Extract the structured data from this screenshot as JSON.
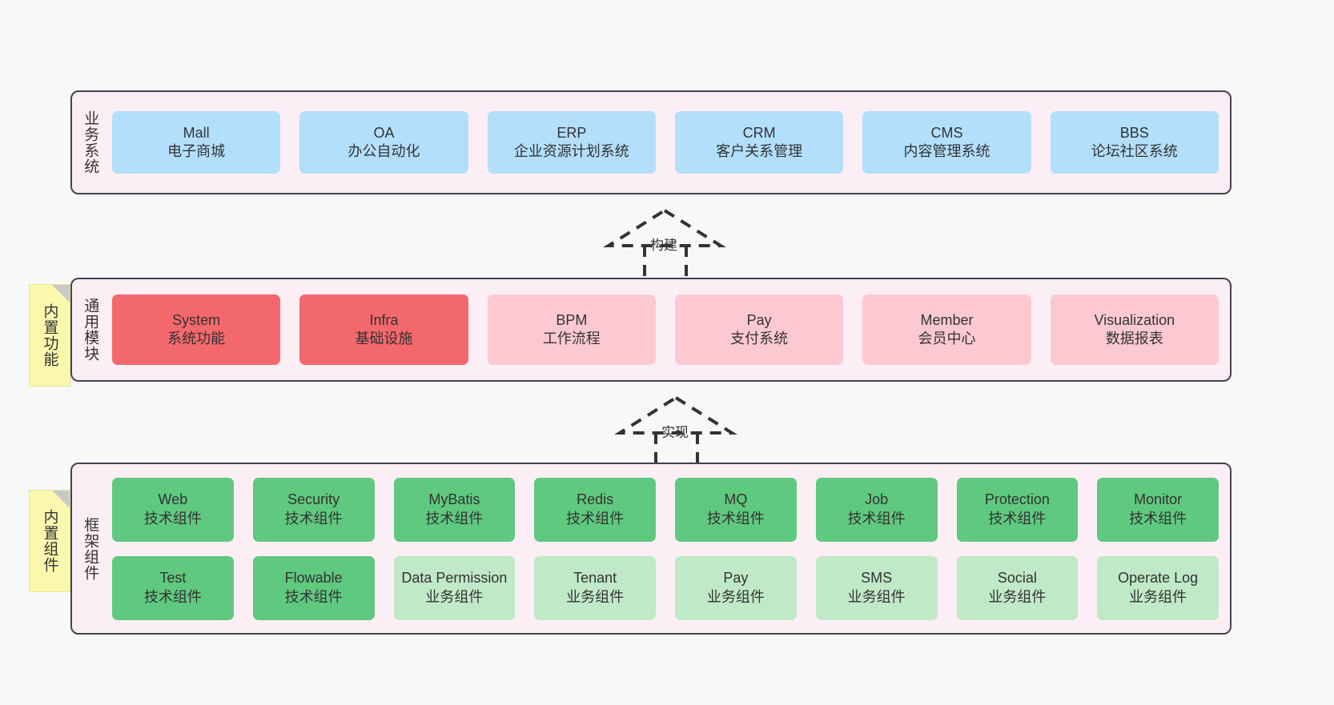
{
  "diagram": {
    "background": "#f8f8f8",
    "layer_fill": "#fbeef5",
    "layer_border": "#46424f"
  },
  "layers": [
    {
      "key": "business",
      "title": "业务系统",
      "rows": [
        [
          {
            "en": "Mall",
            "cn": "电子商城",
            "color": "#b3dffc"
          },
          {
            "en": "OA",
            "cn": "办公自动化",
            "color": "#b3dffc"
          },
          {
            "en": "ERP",
            "cn": "企业资源计划系统",
            "color": "#b3dffc"
          },
          {
            "en": "CRM",
            "cn": "客户关系管理",
            "color": "#b3dffc"
          },
          {
            "en": "CMS",
            "cn": "内容管理系统",
            "color": "#b3dffc"
          },
          {
            "en": "BBS",
            "cn": "论坛社区系统",
            "color": "#b3dffc"
          }
        ]
      ]
    },
    {
      "key": "module",
      "title": "通用模块",
      "sticky": "内置功能",
      "rows": [
        [
          {
            "en": "System",
            "cn": "系统功能",
            "color": "#f3686d"
          },
          {
            "en": "Infra",
            "cn": "基础设施",
            "color": "#f3686d"
          },
          {
            "en": "BPM",
            "cn": "工作流程",
            "color": "#fcc9d3"
          },
          {
            "en": "Pay",
            "cn": "支付系统",
            "color": "#fcc9d3"
          },
          {
            "en": "Member",
            "cn": "会员中心",
            "color": "#fcc9d3"
          },
          {
            "en": "Visualization",
            "cn": "数据报表",
            "color": "#fcc9d3"
          }
        ]
      ]
    },
    {
      "key": "framework",
      "title": "框架组件",
      "sticky": "内置组件",
      "rows": [
        [
          {
            "en": "Web",
            "cn": "技术组件",
            "color": "#5fc97f"
          },
          {
            "en": "Security",
            "cn": "技术组件",
            "color": "#5fc97f"
          },
          {
            "en": "MyBatis",
            "cn": "技术组件",
            "color": "#5fc97f"
          },
          {
            "en": "Redis",
            "cn": "技术组件",
            "color": "#5fc97f"
          },
          {
            "en": "MQ",
            "cn": "技术组件",
            "color": "#5fc97f"
          },
          {
            "en": "Job",
            "cn": "技术组件",
            "color": "#5fc97f"
          },
          {
            "en": "Protection",
            "cn": "技术组件",
            "color": "#5fc97f"
          },
          {
            "en": "Monitor",
            "cn": "技术组件",
            "color": "#5fc97f"
          }
        ],
        [
          {
            "en": "Test",
            "cn": "技术组件",
            "color": "#5fc97f"
          },
          {
            "en": "Flowable",
            "cn": "技术组件",
            "color": "#5fc97f"
          },
          {
            "en": "Data Permission",
            "cn": "业务组件",
            "color": "#c0e9c8"
          },
          {
            "en": "Tenant",
            "cn": "业务组件",
            "color": "#c0e9c8"
          },
          {
            "en": "Pay",
            "cn": "业务组件",
            "color": "#c0e9c8"
          },
          {
            "en": "SMS",
            "cn": "业务组件",
            "color": "#c0e9c8"
          },
          {
            "en": "Social",
            "cn": "业务组件",
            "color": "#c0e9c8"
          },
          {
            "en": "Operate Log",
            "cn": "业务组件",
            "color": "#c0e9c8"
          }
        ]
      ]
    }
  ],
  "connectors": [
    {
      "key": "build",
      "label": "构建"
    },
    {
      "key": "implement",
      "label": "实现"
    }
  ]
}
